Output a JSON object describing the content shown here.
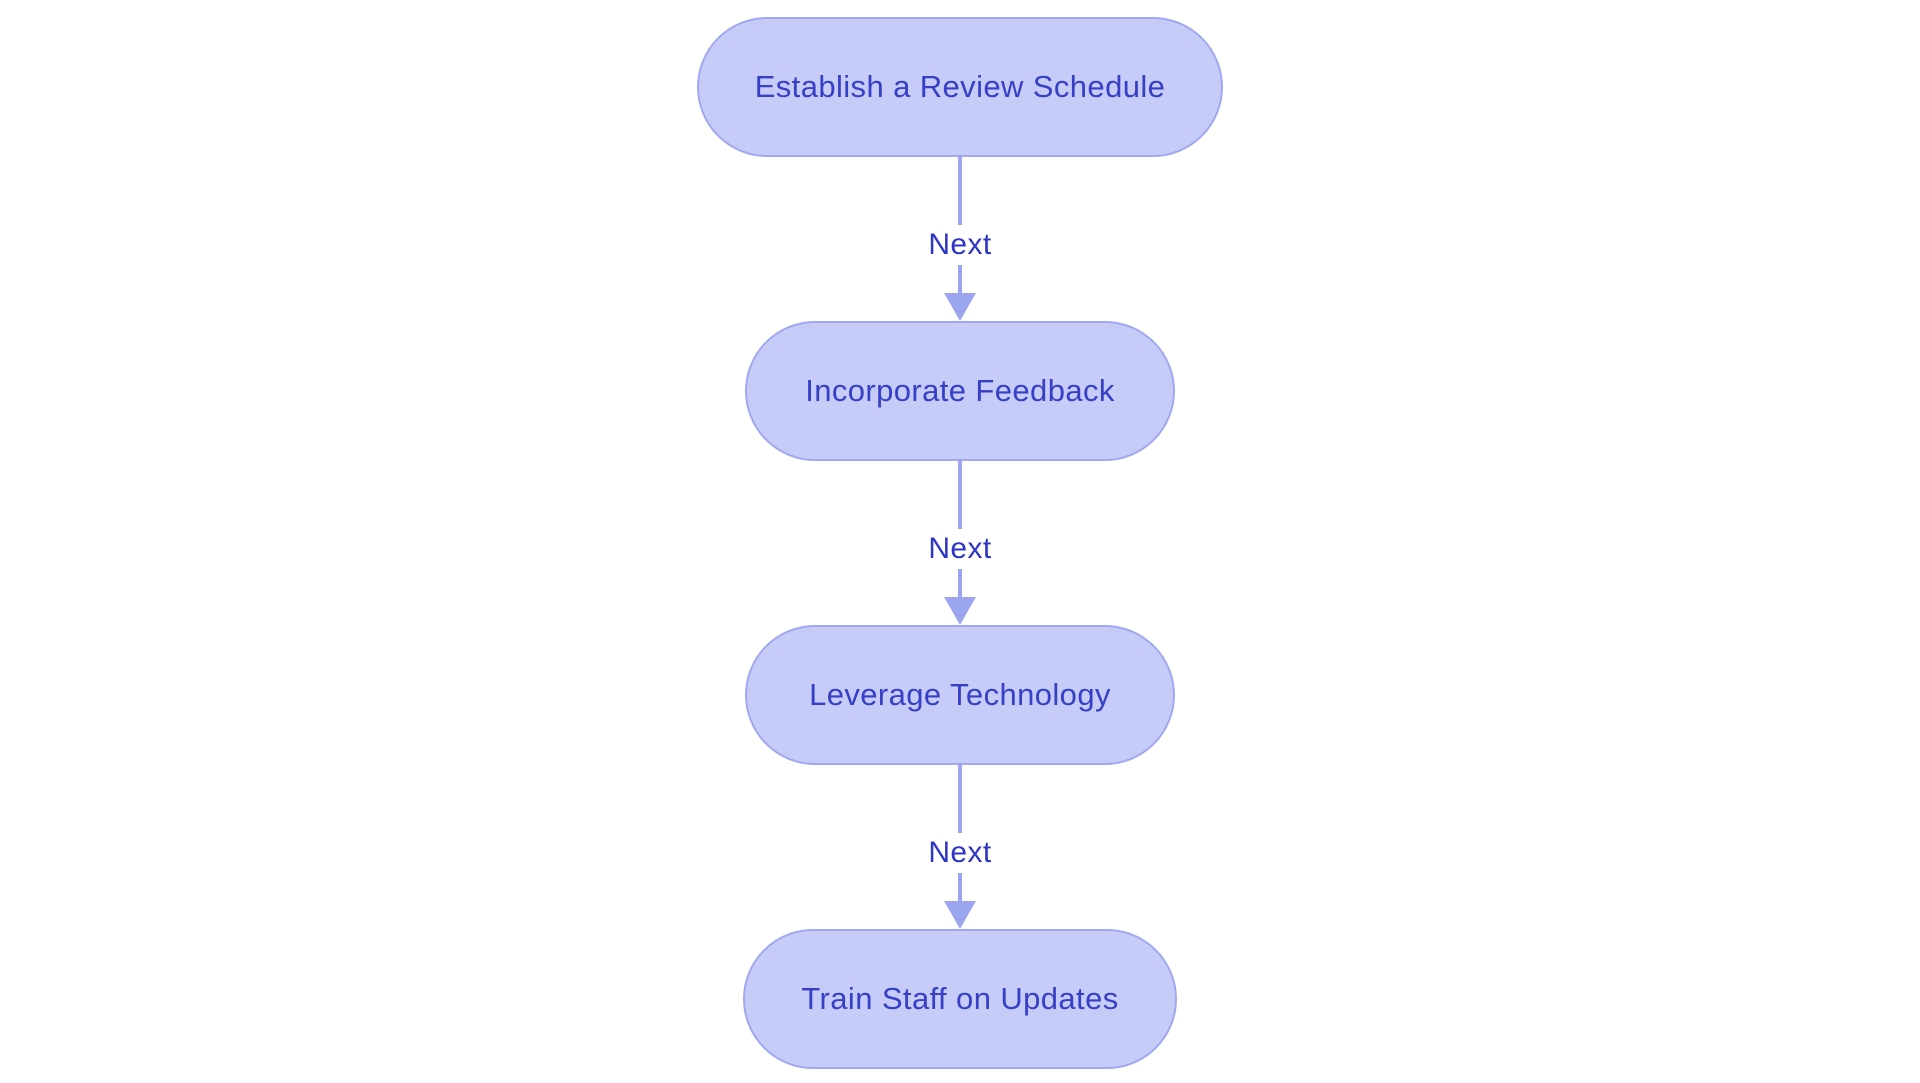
{
  "diagram": {
    "type": "flowchart",
    "direction": "top-down",
    "nodes": [
      {
        "id": "n1",
        "label": "Establish a Review Schedule"
      },
      {
        "id": "n2",
        "label": "Incorporate Feedback"
      },
      {
        "id": "n3",
        "label": "Leverage Technology"
      },
      {
        "id": "n4",
        "label": "Train Staff on Updates"
      }
    ],
    "edges": [
      {
        "from": "n1",
        "to": "n2",
        "label": "Next"
      },
      {
        "from": "n2",
        "to": "n3",
        "label": "Next"
      },
      {
        "from": "n3",
        "to": "n4",
        "label": "Next"
      }
    ],
    "colors": {
      "canvas_bg": "#ffffff",
      "node_fill": "#c7cbf7",
      "node_border": "#9fa8f0",
      "node_text": "#3640c7",
      "edge_line": "#9ba5f0",
      "edge_label": "#2c35c5"
    }
  }
}
